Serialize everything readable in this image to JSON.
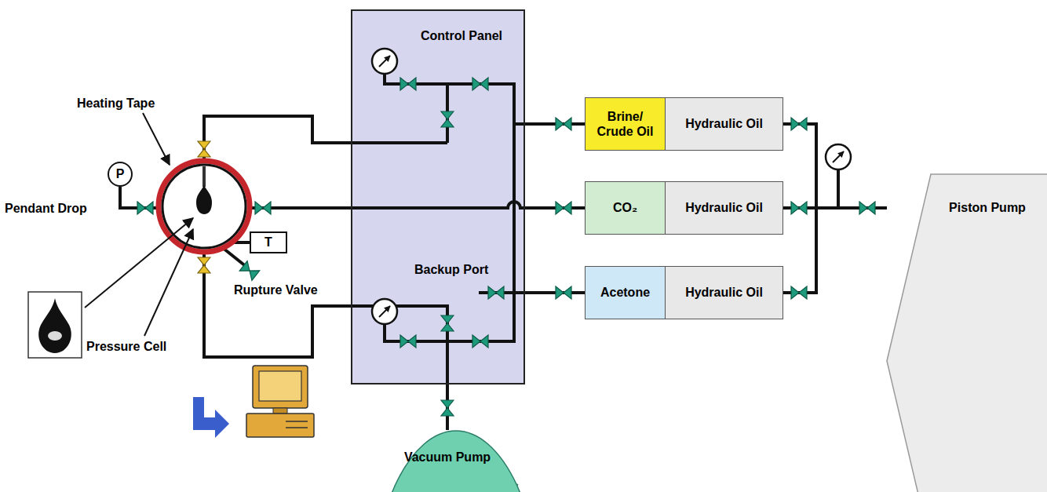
{
  "diagram": {
    "nodes": [
      {
        "text": [
          "Control Panel"
        ]
      },
      {
        "text": [
          "Brine/ Crude Oil"
        ]
      },
      {
        "text": [
          "Hydraulic Oil"
        ]
      },
      {
        "text": [
          "CO₂"
        ]
      },
      {
        "text": [
          "Hydraulic Oil"
        ]
      },
      {
        "text": [
          "Acetone"
        ]
      },
      {
        "text": [
          "Hydraulic Oil"
        ]
      },
      {
        "text": [
          "Piston Pump"
        ]
      },
      {
        "text": [
          "Vacuum Pump"
        ]
      },
      {
        "text": [
          "T"
        ]
      },
      {
        "text": [
          "P"
        ]
      }
    ],
    "edges": [
      {
        "from": 1,
        "to": 0,
        "arrow": "none"
      },
      {
        "from": 5,
        "to": 0,
        "arrow": "none"
      },
      {
        "from": 8,
        "to": 0,
        "arrow": "none"
      },
      {
        "from": 2,
        "to": 7,
        "arrow": "none"
      },
      {
        "from": 4,
        "to": 7,
        "arrow": "none"
      },
      {
        "from": 6,
        "to": 7,
        "arrow": "none"
      }
    ],
    "labels": [
      "Heating Tape",
      "Pendant Drop",
      "Backup Port",
      "Rupture Valve",
      "Pressure Cell"
    ]
  }
}
